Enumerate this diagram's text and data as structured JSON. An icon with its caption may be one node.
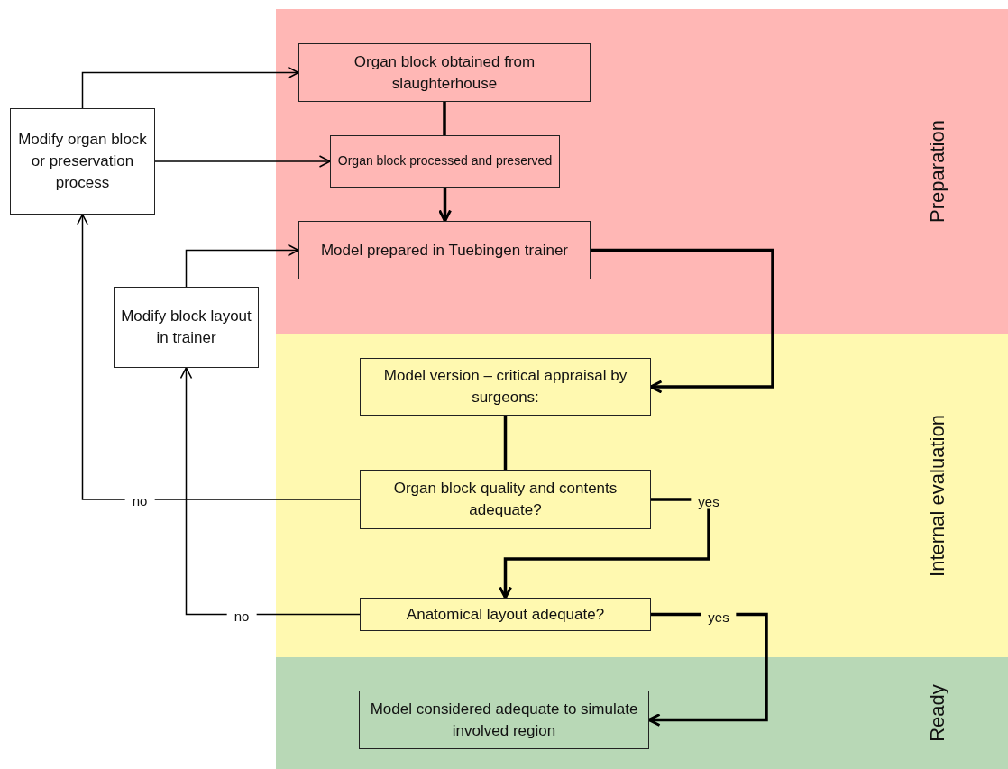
{
  "diagram": {
    "nodes": [
      {
        "text": [
          "Preparation"
        ]
      },
      {
        "text": [
          "Organ block obtained from slaughterhouse"
        ],
        "in": 0
      },
      {
        "text": [
          "Organ block processed and preserved"
        ],
        "in": 0
      },
      {
        "text": [
          "Model prepared in Tuebingen trainer"
        ],
        "in": 0
      },
      {
        "text": [
          "Internal evaluation"
        ]
      },
      {
        "text": [
          "Model version – critical appraisal by surgeons:"
        ],
        "in": 4
      },
      {
        "text": [
          "Organ block quality and contents adequate?"
        ],
        "in": 4
      },
      {
        "text": [
          "Anatomical layout adequate?"
        ],
        "in": 4
      },
      {
        "text": [
          "Ready"
        ]
      },
      {
        "text": [
          "Model considered adequate to simulate involved region"
        ],
        "in": 8
      },
      {
        "text": [
          "Modify organ block or preservation process"
        ]
      },
      {
        "text": [
          "Modify block layout in trainer"
        ]
      }
    ],
    "edges": [
      {
        "from": 1,
        "to": 2,
        "arrow": "none"
      },
      {
        "from": 2,
        "to": 3,
        "arrow": "to"
      },
      {
        "from": 3,
        "to": 5,
        "arrow": "to"
      },
      {
        "from": 5,
        "to": 6,
        "arrow": "none"
      },
      {
        "from": 6,
        "to": 7,
        "arrow": "to",
        "label": "yes"
      },
      {
        "from": 7,
        "to": 9,
        "arrow": "to",
        "label": "yes"
      },
      {
        "from": 6,
        "to": 10,
        "arrow": "to",
        "label": "no"
      },
      {
        "from": 7,
        "to": 11,
        "arrow": "to",
        "label": "no"
      },
      {
        "from": 10,
        "to": 1,
        "arrow": "to"
      },
      {
        "from": 10,
        "to": 2,
        "arrow": "to"
      },
      {
        "from": 11,
        "to": 3,
        "arrow": "to"
      }
    ]
  }
}
